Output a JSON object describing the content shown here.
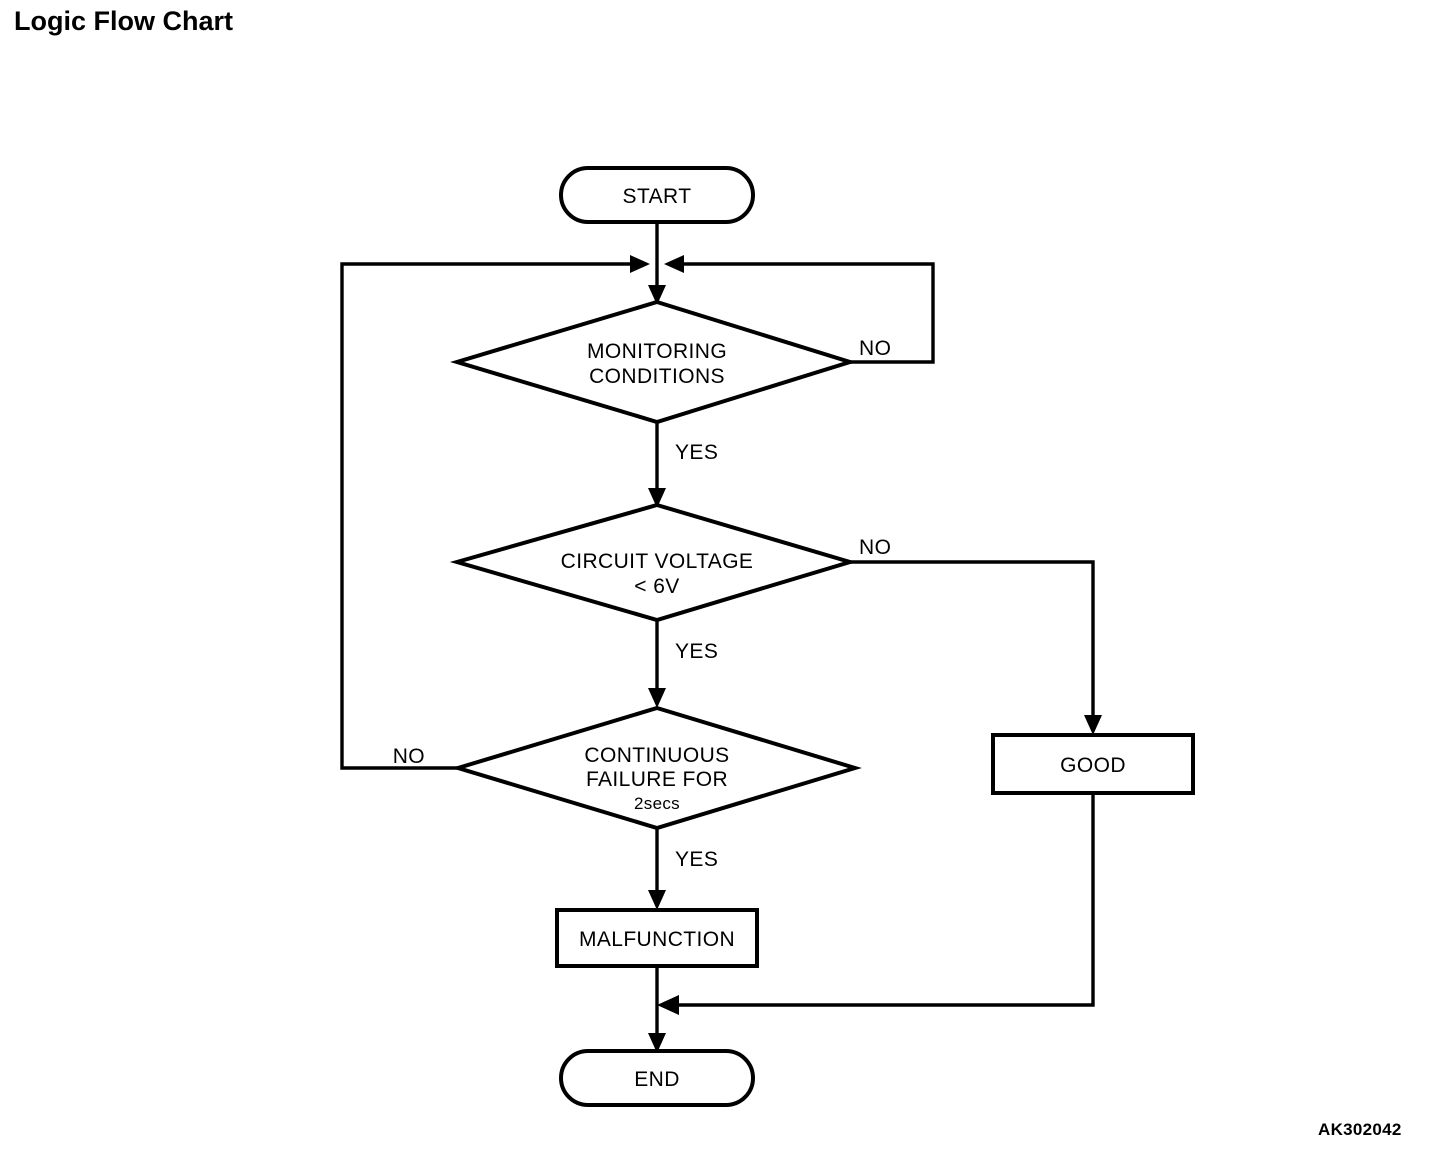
{
  "page": {
    "title": "Logic Flow Chart",
    "reference_code": "AK302042",
    "background_color": "#ffffff",
    "line_color": "#000000"
  },
  "chart_data": {
    "type": "diagram",
    "diagram_kind": "flowchart",
    "title": "Logic Flow Chart",
    "nodes": [
      {
        "id": "start",
        "shape": "terminator",
        "label": "START",
        "label_lines": [
          "START"
        ]
      },
      {
        "id": "junction",
        "shape": "junction",
        "label": "",
        "label_lines": []
      },
      {
        "id": "monitoring",
        "shape": "decision",
        "label": "MONITORING CONDITIONS",
        "label_lines": [
          "MONITORING",
          "CONDITIONS"
        ]
      },
      {
        "id": "voltage",
        "shape": "decision",
        "label": "CIRCUIT VOLTAGE < 6V",
        "label_lines": [
          "CIRCUIT VOLTAGE",
          "< 6V"
        ]
      },
      {
        "id": "continuous",
        "shape": "decision",
        "label": "CONTINUOUS FAILURE FOR 2secs",
        "label_lines": [
          "CONTINUOUS",
          "FAILURE FOR",
          "2secs"
        ]
      },
      {
        "id": "good",
        "shape": "process",
        "label": "GOOD",
        "label_lines": [
          "GOOD"
        ]
      },
      {
        "id": "malfunction",
        "shape": "process",
        "label": "MALFUNCTION",
        "label_lines": [
          "MALFUNCTION"
        ]
      },
      {
        "id": "end",
        "shape": "terminator",
        "label": "END",
        "label_lines": [
          "END"
        ]
      }
    ],
    "edges": [
      {
        "from": "start",
        "to": "junction",
        "label": ""
      },
      {
        "from": "junction",
        "to": "monitoring",
        "label": ""
      },
      {
        "from": "monitoring",
        "to": "junction",
        "label": "NO"
      },
      {
        "from": "monitoring",
        "to": "voltage",
        "label": "YES"
      },
      {
        "from": "voltage",
        "to": "good",
        "label": "NO"
      },
      {
        "from": "voltage",
        "to": "continuous",
        "label": "YES"
      },
      {
        "from": "continuous",
        "to": "junction",
        "label": "NO"
      },
      {
        "from": "continuous",
        "to": "malfunction",
        "label": "YES"
      },
      {
        "from": "malfunction",
        "to": "end",
        "label": ""
      },
      {
        "from": "good",
        "to": "end",
        "label": ""
      }
    ]
  },
  "labels": {
    "start": "START",
    "end": "END",
    "good": "GOOD",
    "malfunction": "MALFUNCTION",
    "monitoring_line1": "MONITORING",
    "monitoring_line2": "CONDITIONS",
    "voltage_line1": "CIRCUIT VOLTAGE",
    "voltage_line2": "< 6V",
    "continuous_line1": "CONTINUOUS",
    "continuous_line2": "FAILURE FOR",
    "continuous_line3": "2secs",
    "yes_1": "YES",
    "yes_2": "YES",
    "yes_3": "YES",
    "no_1": "NO",
    "no_2": "NO",
    "no_3": "NO"
  }
}
